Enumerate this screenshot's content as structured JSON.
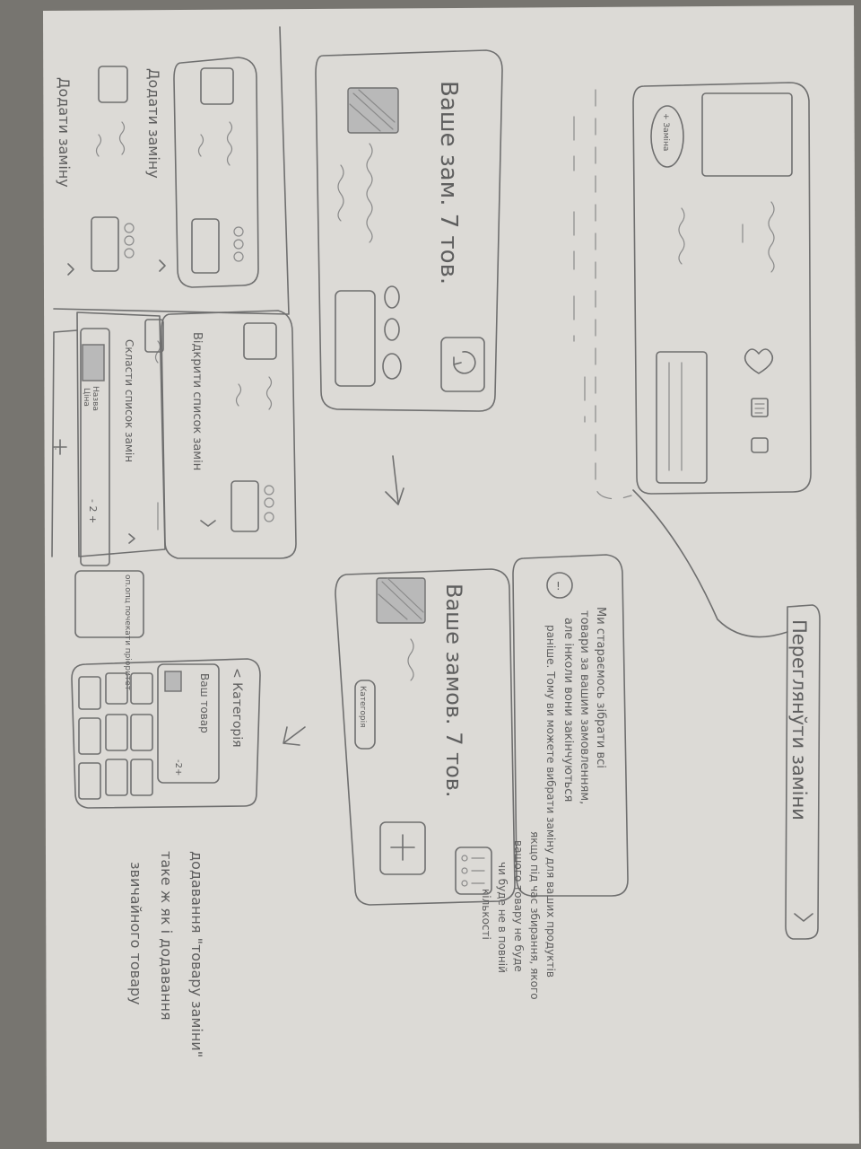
{
  "bottom_sheet": {
    "header_label": "Переглянўти заміни",
    "info_text_lines": [
      "Ми стараємось зібрати всі",
      "товари за вашим замовленням,",
      "але інколи вони закінчуються",
      "раніше. Тому ви можете вибрати заміну для ваших продуктів",
      "якщо під час збирання, якого",
      "вашого товару не буде",
      "чи буде не в повній",
      "кількості"
    ]
  },
  "product_card": {
    "replace_badge": "+ Заміна"
  },
  "order_card_top": {
    "title": "Ваше зам. 7 тов."
  },
  "order_card_bottom": {
    "title": "Ваше замов. 7 тов.",
    "category_chip": "Категорія"
  },
  "replacements_list": {
    "add_replacement_1": "Додати заміну",
    "add_replacement_2": "Додати заміну",
    "show_list": "Відкрити список замін",
    "make_list": "Скласти список замін",
    "stepper_value": "- 2 +",
    "item_name": "Назва",
    "item_price": "Ціна",
    "priority_note": "оп.опц почекати пріоритет"
  },
  "category_screen": {
    "back_title": "< Категорія",
    "your_item_label": "Ваш товар",
    "stepper_value": "-2+"
  },
  "notes": {
    "line1": "додавання \"товару заміни\"",
    "line2": "таке ж як і додавання",
    "line3": "звичайного товару"
  }
}
